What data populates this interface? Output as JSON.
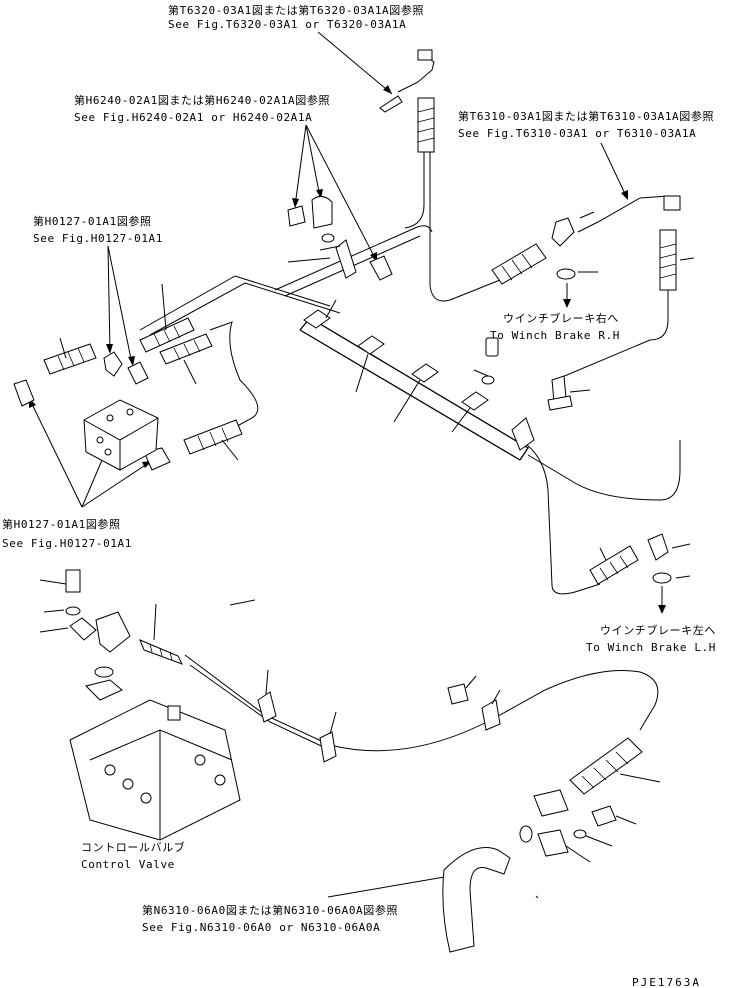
{
  "diagram": {
    "drawing_code": "PJE1763A"
  },
  "callouts": {
    "t6320": {
      "jp": "第T6320-03A1図または第T6320-03A1A図参照",
      "en": "See Fig.T6320-03A1 or T6320-03A1A"
    },
    "h6240": {
      "jp": "第H6240-02A1図または第H6240-02A1A図参照",
      "en": "See Fig.H6240-02A1 or H6240-02A1A"
    },
    "t6310": {
      "jp": "第T6310-03A1図または第T6310-03A1A図参照",
      "en": "See Fig.T6310-03A1 or T6310-03A1A"
    },
    "h0127_top": {
      "jp": "第H0127-01A1図参照",
      "en": "See Fig.H0127-01A1"
    },
    "h0127_bottom": {
      "jp": "第H0127-01A1図参照",
      "en": "See Fig.H0127-01A1"
    },
    "n6310": {
      "jp": "第N6310-06A0図または第N6310-06A0A図参照",
      "en": "See Fig.N6310-06A0 or N6310-06A0A"
    }
  },
  "destinations": {
    "winch_brake_rh": {
      "jp": "ウインチブレーキ右へ",
      "en": "To Winch Brake R.H"
    },
    "winch_brake_lh": {
      "jp": "ウインチブレーキ左へ",
      "en": "To Winch Brake L.H"
    }
  },
  "components": {
    "control_valve": {
      "jp": "コントロールバルブ",
      "en": "Control Valve"
    }
  }
}
